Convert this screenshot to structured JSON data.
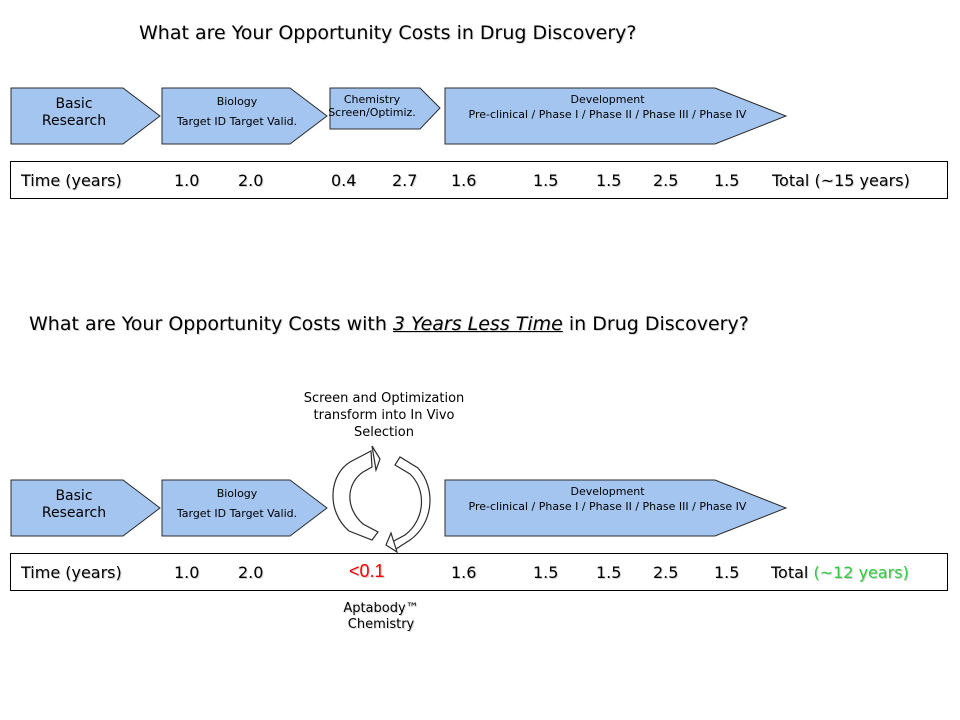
{
  "colors": {
    "arrow_fill": "#a4c5ef",
    "arrow_border": "#2c2c2c",
    "highlight_red": "#ff0000",
    "highlight_green": "#2ecc40"
  },
  "top": {
    "title": "What are Your Opportunity Costs in Drug Discovery?",
    "stages": {
      "basic": [
        "Basic",
        "Research"
      ],
      "biology": {
        "title": "Biology",
        "sub": "Target ID  Target Valid."
      },
      "chemistry": [
        "Chemistry",
        "Screen/Optimiz."
      ],
      "development": {
        "title": "Development",
        "sub": "Pre-clinical  / Phase I / Phase II / Phase III / Phase IV"
      }
    },
    "timeline": {
      "label": "Time (years)",
      "values": [
        "1.0",
        "2.0",
        "0.4",
        "2.7",
        "1.6",
        "1.5",
        "1.5",
        "2.5",
        "1.5"
      ],
      "total": "Total (~15 years)"
    }
  },
  "bottom": {
    "title_pre": "What are Your Opportunity Costs with ",
    "title_emph": "3 Years Less Time",
    "title_post": " in Drug Discovery?",
    "stages": {
      "basic": [
        "Basic",
        "Research"
      ],
      "biology": {
        "title": "Biology",
        "sub": "Target ID  Target Valid."
      },
      "development": {
        "title": "Development",
        "sub": "Pre-clinical  / Phase I / Phase II / Phase III / Phase IV"
      }
    },
    "note": [
      "Screen and Optimization",
      "transform into In Vivo",
      "Selection"
    ],
    "cycle_icon": "recycle-arrows-icon",
    "timeline": {
      "label": "Time (years)",
      "values": [
        "1.0",
        "2.0",
        "<0.1",
        "1.6",
        "1.5",
        "1.5",
        "2.5",
        "1.5"
      ],
      "total_word": "Total",
      "total_value": "(~12 years)"
    },
    "aptabody": [
      "Aptabody™",
      "Chemistry"
    ]
  }
}
